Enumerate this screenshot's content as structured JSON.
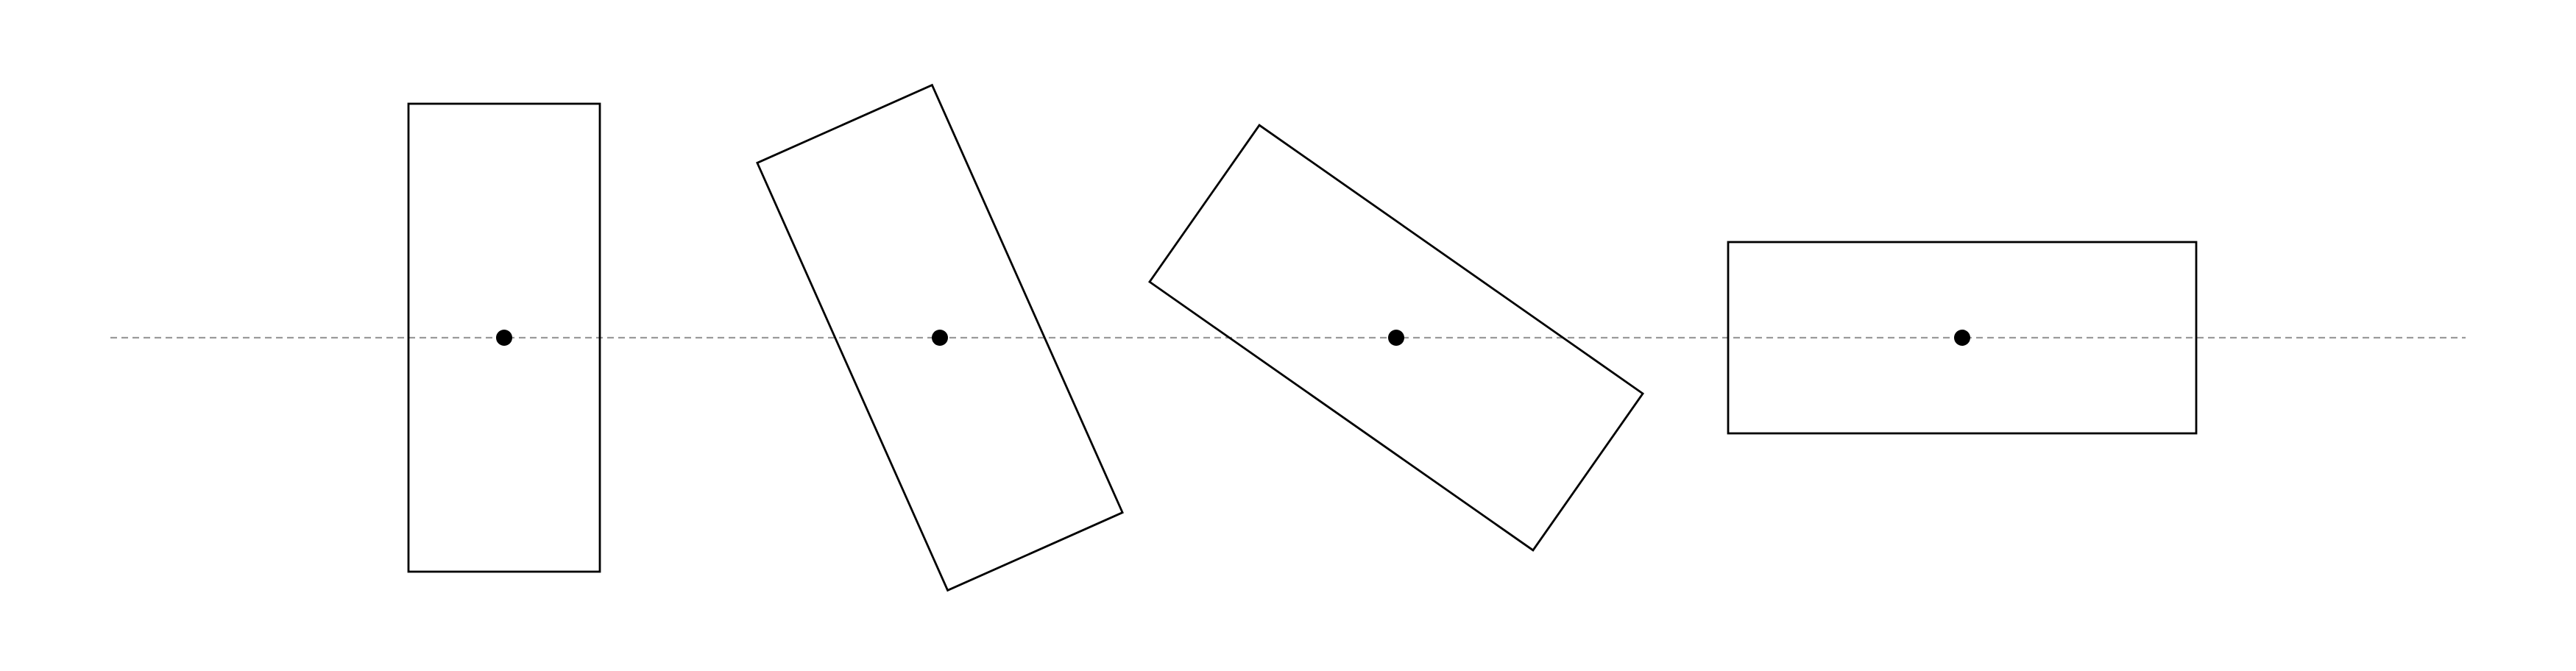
{
  "diagram": {
    "background_color": "#ffffff",
    "stroke_color": "#000000",
    "axis_color": "#9a9a9a",
    "rectangles": [
      {
        "name": "rectangle-1",
        "rotation_deg": 0
      },
      {
        "name": "rectangle-2",
        "rotation_deg": -24
      },
      {
        "name": "rectangle-3",
        "rotation_deg": -55
      },
      {
        "name": "rectangle-4",
        "rotation_deg": -90
      }
    ]
  }
}
